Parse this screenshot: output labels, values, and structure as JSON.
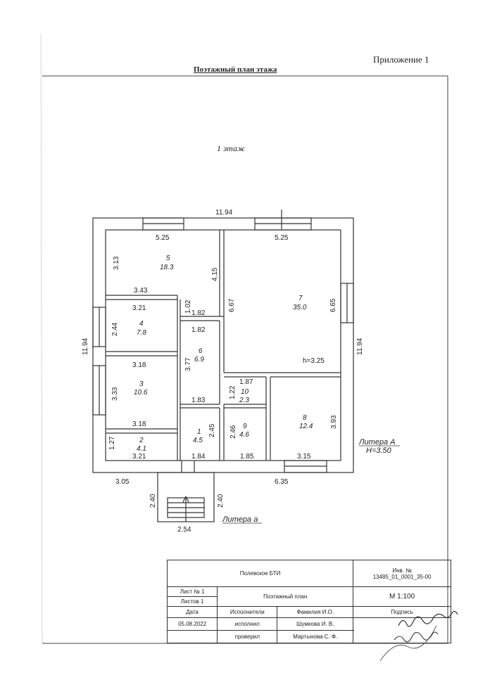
{
  "header": {
    "appendix": "Приложение 1",
    "title": "Поэтажный план  этажа",
    "floor": "1 этаж"
  },
  "plan": {
    "overall_width": "11.94",
    "overall_depth_left": "11.94",
    "overall_depth_right": "11.94",
    "top_left_seg": "5.25",
    "top_right_seg": "5.25",
    "bottom_left_seg": "3.05",
    "bottom_right_seg": "6.35",
    "rooms": [
      {
        "num": "5",
        "area": "18.3"
      },
      {
        "num": "7",
        "area": "35.0"
      },
      {
        "num": "4",
        "area": "7.8"
      },
      {
        "num": "6",
        "area": "6.9"
      },
      {
        "num": "3",
        "area": "10.6"
      },
      {
        "num": "10",
        "area": "2.3"
      },
      {
        "num": "8",
        "area": "12.4"
      },
      {
        "num": "1",
        "area": "4.5"
      },
      {
        "num": "9",
        "area": "4.6"
      },
      {
        "num": "2",
        "area": "4.1"
      }
    ],
    "dims": {
      "r5_h": "3.13",
      "r5_h2": "4.15",
      "r5_w": "3.43",
      "r7_l": "6.67",
      "r7_r": "6.65",
      "r7_h": "h=3.25",
      "r4_w": "3.21",
      "r4_h": "2.44",
      "c_h": "1.02",
      "c_w": "1.82",
      "r6_w": "1.82",
      "r6_h": "3.77",
      "r3_w": "3.18",
      "r3_h": "3.33",
      "r3_w2": "3.18",
      "r10_w": "1.87",
      "r10_h": "1.22",
      "r8_h": "3.93",
      "r8_w": "3.15",
      "r1_w": "1.83",
      "r1_h": "2.45",
      "r1_w2": "1.84",
      "r9_h": "2.46",
      "r9_w": "1.85",
      "r2_h": "1.27",
      "r2_w": "3.21",
      "porch_l": "2.40",
      "porch_r": "2.40",
      "porch_w": "2.54"
    },
    "litera_A": "Литера А",
    "litera_A_h": "H=3.50",
    "litera_a": "Литера а"
  },
  "stamp": {
    "org": "Полевское БТИ",
    "inv_label": "Инв. №",
    "inv_value": "13485_01_0001_35-00",
    "sheet_no": "Лист № 1",
    "sheets": "Листов  1",
    "doc_name": "Поэтажный план",
    "scale": "М 1:100",
    "col_date": "Дата",
    "col_exec": "Исполнители",
    "col_name": "Фамилия И.О.",
    "col_sign": "Подпись",
    "date": "05.08.2022",
    "role1": "исполнил",
    "name1": "Шумкова И. В.",
    "role2": "проверил",
    "name2": "Мартынова С. Ф."
  }
}
